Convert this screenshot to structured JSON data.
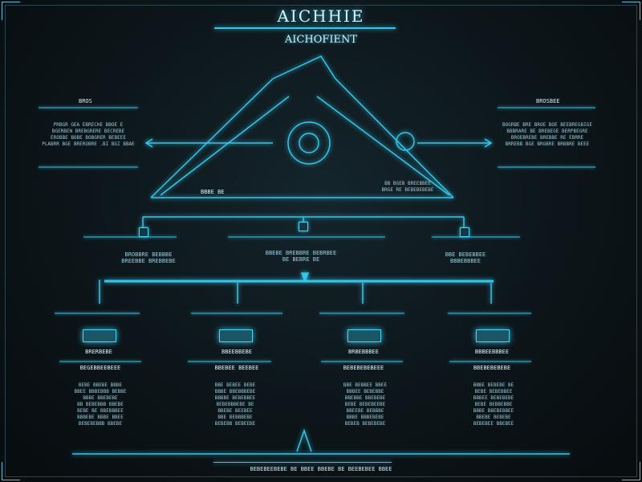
{
  "header": {
    "title": "AICHHIE",
    "subtitle": "AICHOFIENT"
  },
  "top_left_panel": {
    "title": "BROS",
    "lines": [
      "PRBGR GEA EBRECHE BBOE E",
      "BGERBEN BREBGRERE BECREBE",
      "EROBBE BOBE BOBGRER BEBEEE",
      "PLABRR BGE BREROBRE .BI BGI BBAE"
    ]
  },
  "top_right_panel": {
    "title": "BROSBEE",
    "lines": [
      "BOGRBE BRE BROE BOE BEEBREGBIGE",
      "BBBRARE BE BREBEGE BERPBEGRE",
      "BROEBREBE BREBBE RE EBRRE",
      "BRREBB BGE BRGBRE BRBBRE BEEE"
    ]
  },
  "center": {
    "left_caption": "BBBE BE",
    "right_caption_lines": [
      "BB BGEB BREEBBEE",
      "BRGE RE BEBEBEBEBE"
    ]
  },
  "mid_row": {
    "left_label_lines": [
      "BROBBRE BEBBBE",
      "BREEBBE BREBBEBE"
    ],
    "center_label_lines": [
      "BBEBE BREBBRE BEBRBEE",
      "BE BEBRE BE"
    ],
    "right_label_lines": [
      "BBE BEBEBBEE",
      "BBBEBBBEE"
    ]
  },
  "columns": [
    {
      "label": "BRERBEBE",
      "header": "BEGEBBEEBEEE",
      "lines": [
        "BEBE BBEBE BBBE",
        "BBEE BBBEBBB BEBBE",
        "BBBE BBEBEBE",
        "BB BEBEBBB BBEBE",
        "BEBE BE BBEBBBEE",
        "BBBEBE BBBE BBEE",
        "BEBEBEBBB BBEBE"
      ]
    },
    {
      "label": "BBEEBBEBE",
      "header": "BBEBEE BEEBEE",
      "lines": [
        "BBE BEBEE BEBE",
        "BBBE BBEBBBEBE",
        "BBBBE BEBEBBEE",
        "BEBEBBBEBE BE",
        "BBEBE BEEBEE",
        "BBE BEBBBEBE",
        "BEBEBB BEBEEBE"
      ]
    },
    {
      "label": "BRBEBBBEE",
      "header": "BEBEBEBEBEEE",
      "lines": [
        "BBE BEBBEE BBEE",
        "BBBEE BEBEBBE",
        "BBEBBE BBEBEBE",
        "BEBE BEBEBEEBE",
        "BBEEBE BEBBBE",
        "BBBE BBBEBEBE",
        "BEBEB BEBEBEBE"
      ]
    },
    {
      "label": "BBBEEBBBEE",
      "header": "BBEBEBEBEBE",
      "lines": [
        "BBBE BEBEBE BE",
        "BEBE BEBEBBEE",
        "BBBEE BEBEBEBE",
        "BEBE BEBBEBBE",
        "BBBE BBEBEBBEE",
        "BBEBE BEBEBE",
        "BEBEBEE BBEBEE"
      ]
    }
  ],
  "footer": {
    "text": "BEBEBEEBEBE BE BBEE BBEBE BE BEEBEBEE BBEE"
  },
  "colors": {
    "accent": "#35c6ea",
    "background": "#0c1519",
    "node_fill": "#1b5666"
  }
}
